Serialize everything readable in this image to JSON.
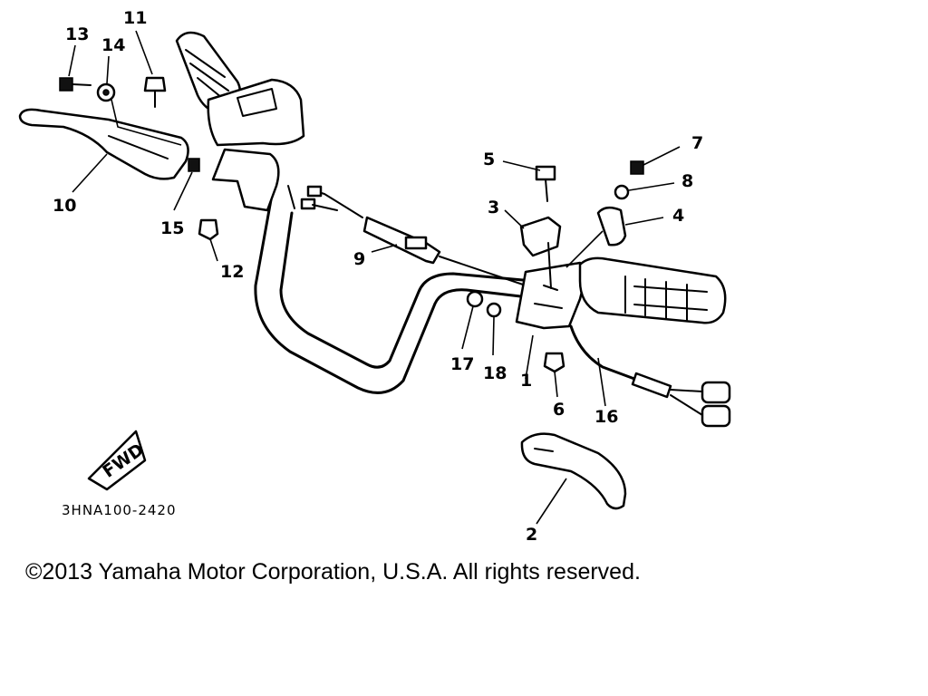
{
  "diagram": {
    "callouts": {
      "c1": "1",
      "c2": "2",
      "c3": "3",
      "c4": "4",
      "c5": "5",
      "c6": "6",
      "c7": "7",
      "c8": "8",
      "c9": "9",
      "c10": "10",
      "c11": "11",
      "c12": "12",
      "c13": "13",
      "c14": "14",
      "c15": "15",
      "c16": "16",
      "c17": "17",
      "c18": "18"
    },
    "fwd_label": "FWD",
    "diagram_code": "3HNA100-2420"
  },
  "footer": {
    "copyright": "©2013 Yamaha Motor Corporation, U.S.A. All rights reserved."
  }
}
